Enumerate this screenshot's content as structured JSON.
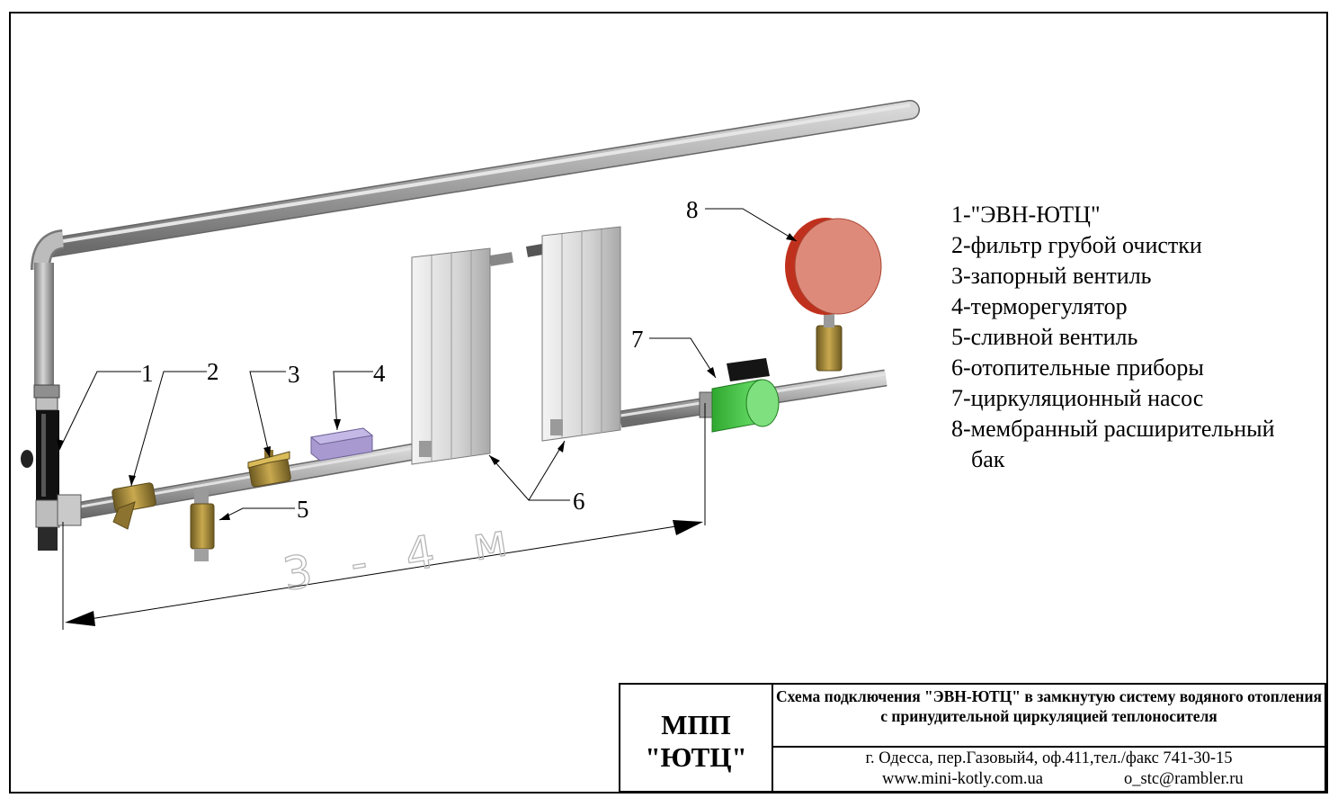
{
  "callouts": [
    "1",
    "2",
    "3",
    "4",
    "5",
    "6",
    "7",
    "8"
  ],
  "dimension": "3 - 4 м",
  "legend": {
    "items": [
      "1-\"ЭВН-ЮТЦ\"",
      "2-фильтр грубой очистки",
      "3-запорный вентиль",
      "4-терморегулятор",
      "5-сливной вентиль",
      "6-отопительные приборы",
      "7-циркуляционный насос",
      "8-мембранный расширительный"
    ],
    "item8_continuation": "бак"
  },
  "stamp": {
    "org_line1": "МПП",
    "org_line2": "\"ЮТЦ\"",
    "title": "Схема подключения \"ЭВН-ЮТЦ\" в замкнутую систему водяного отопления с принудительной циркуляцией теплоносителя",
    "address": "г. Одесса, пер.Газовый4, оф.411,тел./факс 741-30-15",
    "website": "www.mini-kotly.com.ua",
    "email": "o_stc@rambler.ru"
  },
  "colors": {
    "pipe": "#a9a9a9",
    "heater": "#111111",
    "brass": "#a88a3a",
    "thermostat": "#a89ad0",
    "radiator": "#dcdcdc",
    "pump": "#4fd44f",
    "tank_face": "#de8a7a",
    "tank_rim": "#c0311d"
  }
}
